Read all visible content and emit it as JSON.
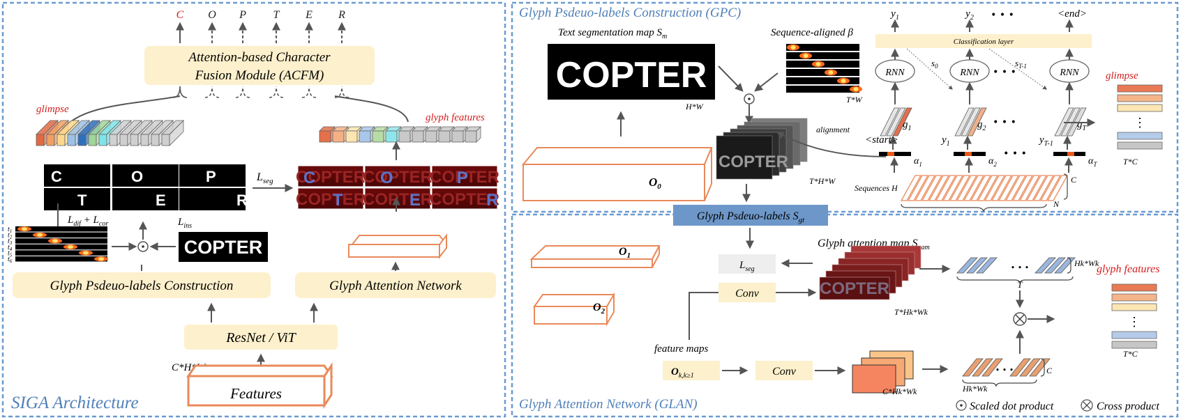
{
  "left_panel": {
    "title": "SIGA Architecture",
    "output_chars": [
      {
        "ch": "C",
        "color": "#d42020"
      },
      {
        "ch": "O",
        "color": "#222222"
      },
      {
        "ch": "P",
        "color": "#222222"
      },
      {
        "ch": "T",
        "color": "#222222"
      },
      {
        "ch": "E",
        "color": "#222222"
      },
      {
        "ch": "R",
        "color": "#222222"
      }
    ],
    "acfm_line1": "Attention-based Character",
    "acfm_line2": "Fusion Module (ACFM)",
    "glimpse_label": "glimpse",
    "glyph_features_label": "glyph features",
    "glyph_chars": [
      "C",
      "O",
      "P",
      "T",
      "E",
      "R"
    ],
    "copter_word": "COPTER",
    "l_seg": "L",
    "l_seg_sub": "seg",
    "l_dif_cor": "L",
    "l_dif_sub": "dif",
    "l_plus": " + L",
    "l_cor_sub": "cor",
    "l_ins": "L",
    "l_ins_sub": "ins",
    "t_labels": [
      "t1",
      "t2",
      "t3",
      "t4",
      "t5",
      "t6"
    ],
    "gpc_box": "Glyph Psdeuo-labels Construction",
    "gan_box": "Glyph Attention Network",
    "backbone": "ResNet / ViT",
    "dims": "C*H*W",
    "features": "Features"
  },
  "gpc_panel": {
    "title": "Glyph Psdeuo-labels Construction (GPC)",
    "seg_map_label": "Text segmentation map S",
    "seg_map_sub": "m",
    "seq_aligned_label": "Sequence-aligned β",
    "hw": "H*W",
    "tw": "T*W",
    "thw": "T*H*W",
    "o0": "O",
    "o0_sub": "0",
    "alignment": "alignment",
    "start_tok": "<start>",
    "end_tok": "<end>",
    "y_labels": [
      "y1",
      "y2",
      "y1",
      "yT-1"
    ],
    "class_layer": "Classification layer",
    "rnn": "RNN",
    "s_labels": [
      "s0",
      "sT-1"
    ],
    "g_labels": [
      "g1",
      "g2",
      "gT"
    ],
    "alpha_labels": [
      "α1",
      "α2",
      "αT"
    ],
    "dots": "• • •",
    "glimpse": "glimpse",
    "tc": "T*C",
    "sequences": "Sequences H",
    "n": "N",
    "c": "C",
    "gt_box": "Glyph Psdeuo-labels S",
    "gt_sub": "gt"
  },
  "glan_panel": {
    "title": "Glyph Attention Network (GLAN)",
    "o1": "O",
    "o1_sub": "1",
    "o2": "O",
    "o2_sub": "2",
    "lseg": "L",
    "lseg_sub": "seg",
    "conv": "Conv",
    "gam_label": "Glyph attention map S",
    "gam_sub": "gam",
    "thkwk": "T*Hk*Wk",
    "hkwk": "Hk*Wk",
    "t": "T",
    "c": "C",
    "chkwk": "C*Hk*Wk",
    "feature_maps": "feature maps",
    "ok": "O",
    "ok_sub": "k,k≥1",
    "glyph_features": "glyph features",
    "tc": "T*C",
    "scaled_dot": "Scaled dot product",
    "cross_product": "Cross product"
  },
  "colors": {
    "panel_border": "#6a9bd1",
    "box_fill": "#fdf0cc",
    "title_blue": "#4f7fb8",
    "red": "#d42020",
    "orange": "#e98a5a",
    "gt_box": "#6d97c8"
  }
}
